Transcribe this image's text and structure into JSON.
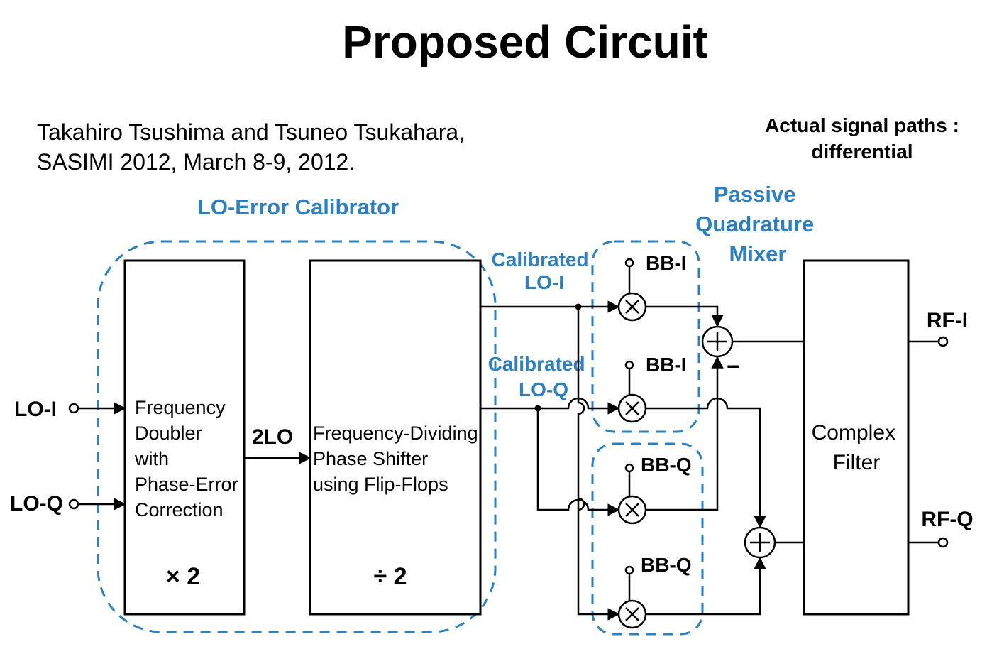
{
  "title": "Proposed Circuit",
  "citation": {
    "line1": "Takahiro Tsushima and Tsuneo Tsukahara,",
    "line2": "SASIMI 2012, March 8-9, 2012."
  },
  "note": {
    "line1": "Actual signal paths :",
    "line2": "differential"
  },
  "colors": {
    "accent": "#2e7fbf",
    "line": "#000000"
  },
  "calibrator": {
    "title": "LO-Error Calibrator",
    "doubler": {
      "lines": [
        "Frequency",
        "Doubler",
        "with",
        "Phase-Error",
        "Correction"
      ],
      "factor": "× 2"
    },
    "divider": {
      "lines": [
        "Frequency-Dividing",
        "Phase Shifter",
        "using Flip-Flops"
      ],
      "factor": "÷ 2"
    },
    "link_label": "2LO"
  },
  "inputs": {
    "lo_i": "LO-I",
    "lo_q": "LO-Q"
  },
  "calibrated": {
    "lo_i": [
      "Calibrated",
      "LO-I"
    ],
    "lo_q": [
      "Calibrated",
      "LO-Q"
    ]
  },
  "mixer": {
    "title": [
      "Passive",
      "Quadrature",
      "Mixer"
    ],
    "bb_i_1": "BB-I",
    "bb_i_2": "BB-I",
    "bb_q_1": "BB-Q",
    "bb_q_2": "BB-Q",
    "minus_sign": "−"
  },
  "filter": {
    "lines": [
      "Complex",
      "Filter"
    ]
  },
  "outputs": {
    "rf_i": "RF-I",
    "rf_q": "RF-Q"
  }
}
